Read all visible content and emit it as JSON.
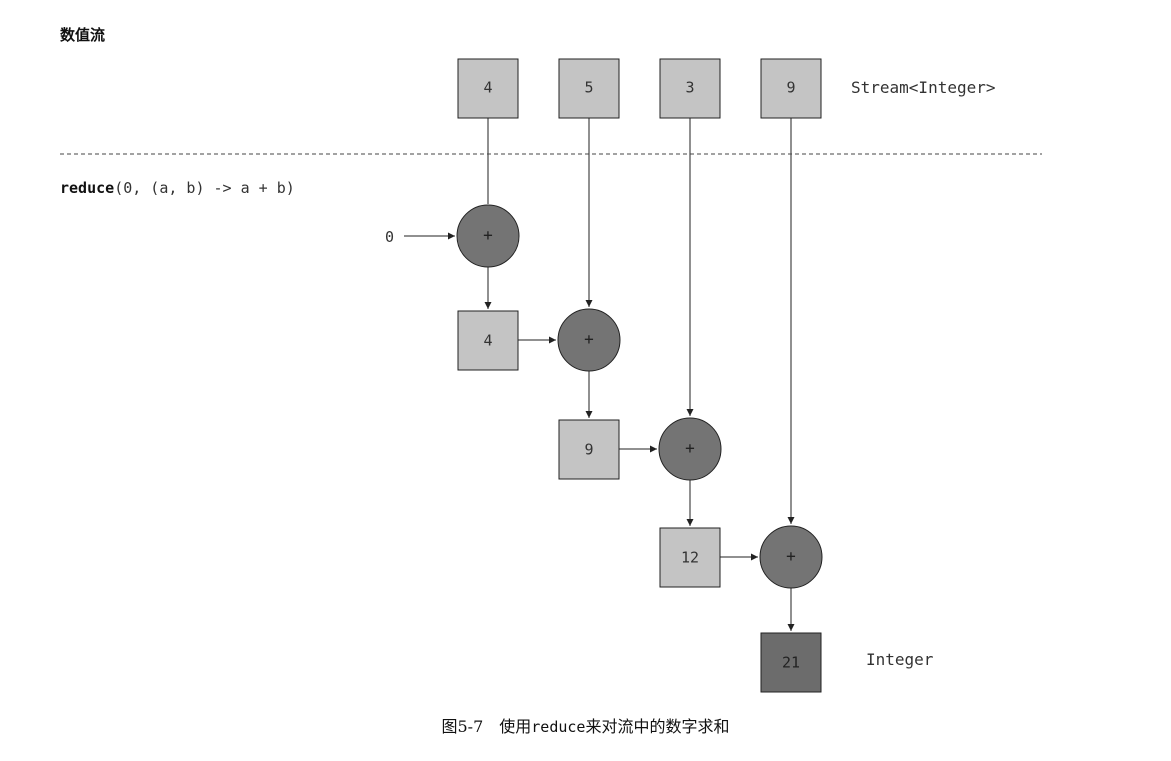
{
  "header": {
    "title": "数值流"
  },
  "stream_label": "Stream<Integer>",
  "result_label": "Integer",
  "reduce_label": {
    "method": "reduce",
    "args": "(0, (a, b) -> a + b)"
  },
  "initial_value": "0",
  "operator_symbol": "+",
  "inputs": [
    "4",
    "5",
    "3",
    "9"
  ],
  "partials": [
    "4",
    "9",
    "12"
  ],
  "result": "21",
  "caption": {
    "prefix": "图5-7　使用",
    "code": "reduce",
    "suffix": "来对流中的数字求和"
  },
  "colors": {
    "box_fill": "#c4c4c4",
    "result_fill": "#6c6c6c",
    "circle_fill": "#747474",
    "stroke": "#222222",
    "dashed_line": "#444444",
    "text": "#333333"
  }
}
